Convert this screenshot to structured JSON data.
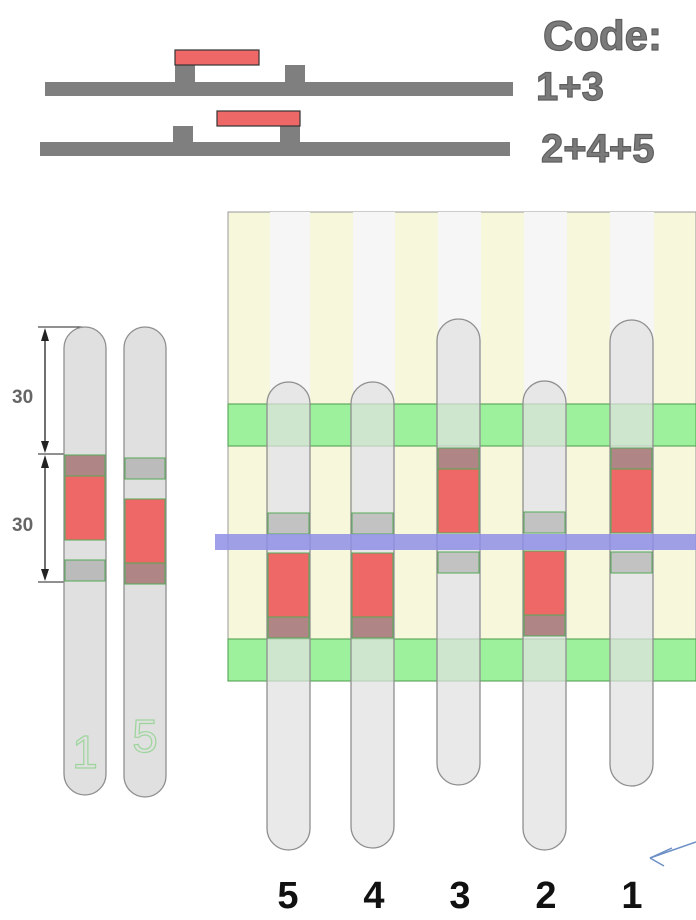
{
  "code": {
    "heading": "Code:",
    "line1": "1+3",
    "line2": "2+4+5"
  },
  "dimensions": {
    "upper": "30",
    "lower": "30"
  },
  "pin_labels": [
    "5",
    "4",
    "3",
    "2",
    "1"
  ],
  "side_pin_labels": [
    "1",
    "5"
  ],
  "colors": {
    "pin": "#e0e0e0",
    "pin_outline": "#8f8f8f",
    "red_segment": "#ee6868",
    "gray_segment": "#c8c8c8",
    "shear_line": "#8f8fe6",
    "green_band": "#9df19d",
    "housing": "#f7f7db",
    "bar": "#7f7f7f"
  }
}
